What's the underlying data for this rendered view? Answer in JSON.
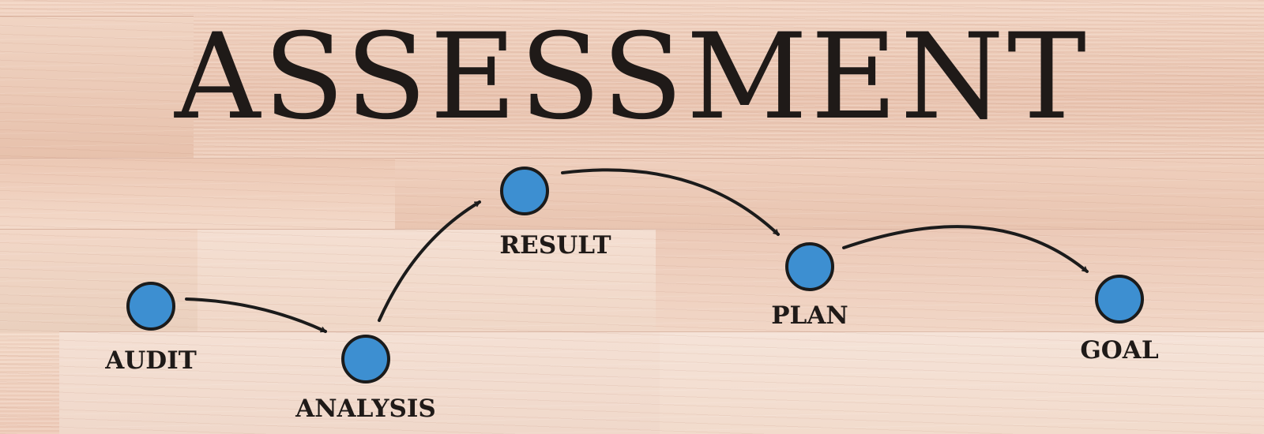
{
  "title": "ASSESSMENT",
  "colors": {
    "node_fill": "#3d8fd1",
    "ink": "#1f1a18",
    "wood": "#f1d0bf"
  },
  "steps": [
    {
      "label": "AUDIT"
    },
    {
      "label": "ANALYSIS"
    },
    {
      "label": "RESULT"
    },
    {
      "label": "PLAN"
    },
    {
      "label": "GOAL"
    }
  ]
}
